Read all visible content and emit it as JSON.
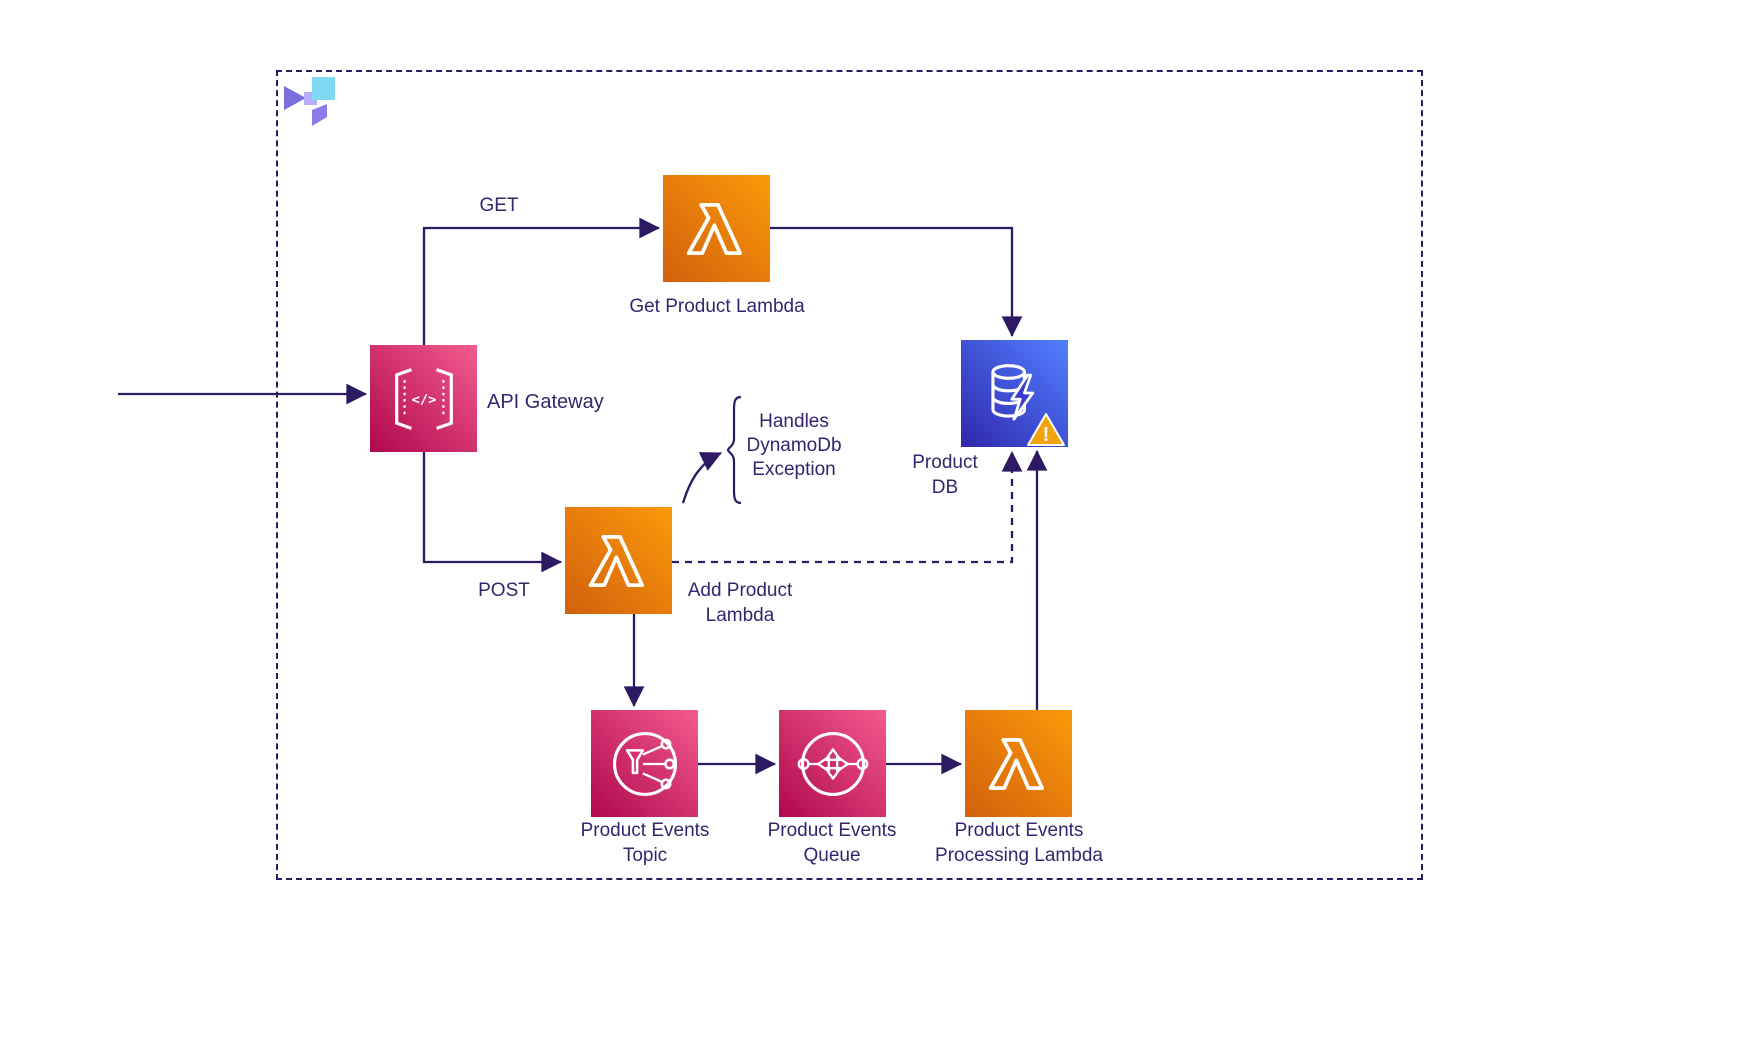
{
  "colors": {
    "border": "#2e1a62",
    "arrow": "#2e1a62",
    "text": "#36246e",
    "pink_from": "#b0084d",
    "pink_to": "#f35b8f",
    "orange_from": "#d2600d",
    "orange_to": "#fb9a09",
    "blue_from": "#2e27ad",
    "blue_to": "#527fff",
    "warning": "#f2a30c"
  },
  "boundary": {
    "style": "dashed"
  },
  "logo": {
    "icon": "brand-logo-icon"
  },
  "nodes": {
    "api_gateway": {
      "label": "API Gateway",
      "icon": "api-gateway-icon",
      "glyph": "</>"
    },
    "get_product_lambda": {
      "label": "Get Product Lambda",
      "icon": "lambda-icon"
    },
    "product_db": {
      "lines": [
        "Product",
        "DB"
      ],
      "icon": "dynamodb-icon",
      "badge": "warning-icon",
      "badge_glyph": "!"
    },
    "add_product_lambda": {
      "lines": [
        "Add Product",
        "Lambda"
      ],
      "icon": "lambda-icon"
    },
    "product_events_topic": {
      "lines": [
        "Product Events",
        "Topic"
      ],
      "icon": "sns-topic-icon"
    },
    "product_events_queue": {
      "lines": [
        "Product Events",
        "Queue"
      ],
      "icon": "sqs-queue-icon"
    },
    "product_events_processing_lambda": {
      "lines": [
        "Product Events",
        "Processing Lambda"
      ],
      "icon": "lambda-icon"
    }
  },
  "annotation": {
    "lines": [
      "Handles",
      "DynamoDb",
      "Exception"
    ]
  },
  "edges": [
    {
      "from": "client",
      "to": "api_gateway",
      "label": "",
      "style": "solid"
    },
    {
      "from": "api_gateway",
      "to": "get_product_lambda",
      "label": "GET",
      "style": "solid"
    },
    {
      "from": "get_product_lambda",
      "to": "product_db",
      "label": "",
      "style": "solid"
    },
    {
      "from": "api_gateway",
      "to": "add_product_lambda",
      "label": "POST",
      "style": "solid"
    },
    {
      "from": "add_product_lambda",
      "to": "product_db",
      "label": "",
      "style": "dashed"
    },
    {
      "from": "add_product_lambda",
      "to": "annotation",
      "label": "",
      "style": "curved"
    },
    {
      "from": "add_product_lambda",
      "to": "product_events_topic",
      "label": "",
      "style": "solid"
    },
    {
      "from": "product_events_topic",
      "to": "product_events_queue",
      "label": "",
      "style": "solid"
    },
    {
      "from": "product_events_queue",
      "to": "product_events_processing_lambda",
      "label": "",
      "style": "solid"
    },
    {
      "from": "product_events_processing_lambda",
      "to": "product_db",
      "label": "",
      "style": "solid"
    }
  ]
}
